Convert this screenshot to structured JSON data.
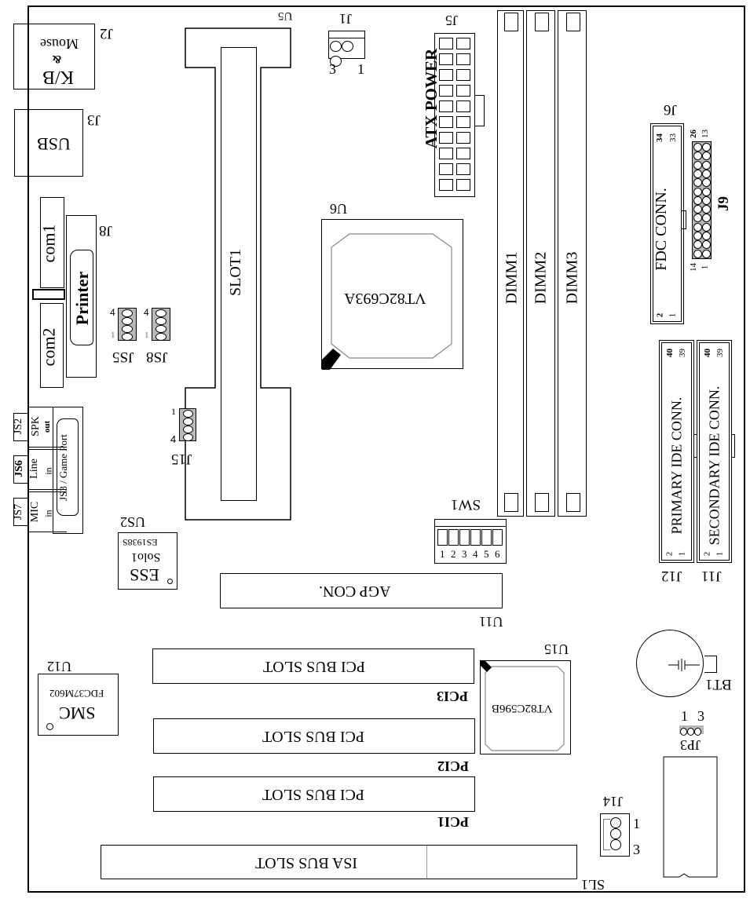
{
  "board": {
    "border_color": "#000000",
    "background": "#ffffff",
    "accent_gray": "#b8b8b8"
  },
  "labels": {
    "J2": "J2",
    "J2_line1": "Mouse",
    "J2_line2": "&",
    "J2_line3": "K/B",
    "J3": "J3",
    "J3_text": "USB",
    "U5": "U5",
    "slot1": "SLOT1",
    "J1": "J1",
    "J1_pin3": "3",
    "J1_pin1": "1",
    "J5": "J5",
    "atx_power": "ATX POWER",
    "dimm1": "DIMM1",
    "dimm2": "DIMM2",
    "dimm3": "DIMM3",
    "J6": "J6",
    "fdc": "FDC CONN.",
    "fdc_34": "34",
    "fdc_33": "33",
    "fdc_2": "2",
    "fdc_1": "1",
    "J9": "J9",
    "j9_26": "26",
    "j9_13": "13",
    "j9_14": "14",
    "j9_1": "1",
    "com1": "com1",
    "com2": "com2",
    "J8": "J8",
    "printer": "Printer",
    "JS5": "JS5",
    "JS8": "JS8",
    "jumper_4": "4",
    "jumper_1": "1",
    "U6": "U6",
    "u6_chip": "VT82C693A",
    "J15": "J15",
    "j15_1": "1",
    "j15_4": "4",
    "JS2": "JS2",
    "spk": "SPK",
    "out": "out",
    "JS6": "JS6",
    "line": "Line",
    "in": "in",
    "JS7": "JS7",
    "mic": "MIC",
    "game_port": "JS3 / Game Port",
    "US2": "US2",
    "ess_line1": "ES1938S",
    "ess_line2": "Solo1",
    "ess_line3": "ESS",
    "SW1": "SW1",
    "sw_pins": [
      "1",
      "2",
      "3",
      "4",
      "5",
      "6"
    ],
    "primary_ide": "PRIMARY IDE CONN.",
    "secondary_ide": "SECONDARY IDE CONN.",
    "ide_40": "40",
    "ide_39": "39",
    "ide_2": "2",
    "ide_1": "1",
    "J12": "J12",
    "J11": "J11",
    "agp": "AGP CON.",
    "U11": "U11",
    "U12": "U12",
    "smc_line1": "FDC37M602",
    "smc_line2": "SMC",
    "pci_slot": "PCI BUS SLOT",
    "PCI3": "PCI3",
    "PCI2": "PCI2",
    "PCI1": "PCI1",
    "U15": "U15",
    "u15_chip": "VT82C596B",
    "BT1": "BT1",
    "JP3": "JP3",
    "jp3_1": "1",
    "jp3_3": "3",
    "J14": "J14",
    "j14_1": "1",
    "j14_3": "3",
    "isa": "ISA BUS SLOT",
    "SL1": "SL1"
  }
}
